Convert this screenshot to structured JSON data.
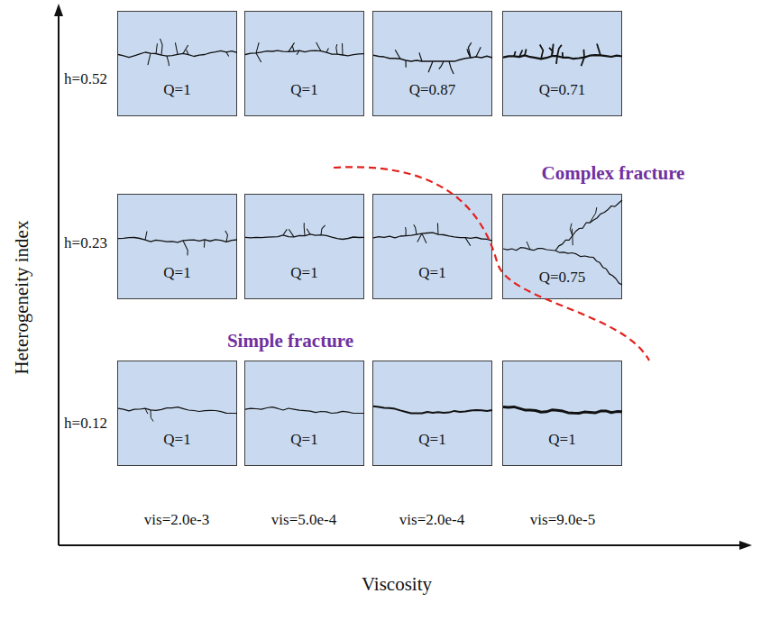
{
  "diagram": {
    "nodes": [
      {
        "text": [
          "Q=1"
        ]
      },
      {
        "text": [
          "Q=1"
        ]
      },
      {
        "text": [
          "Q=0.87"
        ]
      },
      {
        "text": [
          "Q=0.71"
        ]
      },
      {
        "text": [
          "Q=1"
        ]
      },
      {
        "text": [
          "Q=1"
        ]
      },
      {
        "text": [
          "Q=1"
        ]
      },
      {
        "text": [
          "Q=0.75"
        ]
      },
      {
        "text": [
          "Q=1"
        ]
      },
      {
        "text": [
          "Q=1"
        ]
      },
      {
        "text": [
          "Q=1"
        ]
      },
      {
        "text": [
          "Q=1"
        ]
      }
    ],
    "labels": [
      "h=0.52",
      "h=0.23",
      "h=0.12",
      "vis=2.0e-3",
      "vis=5.0e-4",
      "vis=2.0e-4",
      "vis=9.0e-5",
      "Heterogeneity index",
      "Viscosity",
      "Complex fracture",
      "Simple fracture"
    ]
  }
}
